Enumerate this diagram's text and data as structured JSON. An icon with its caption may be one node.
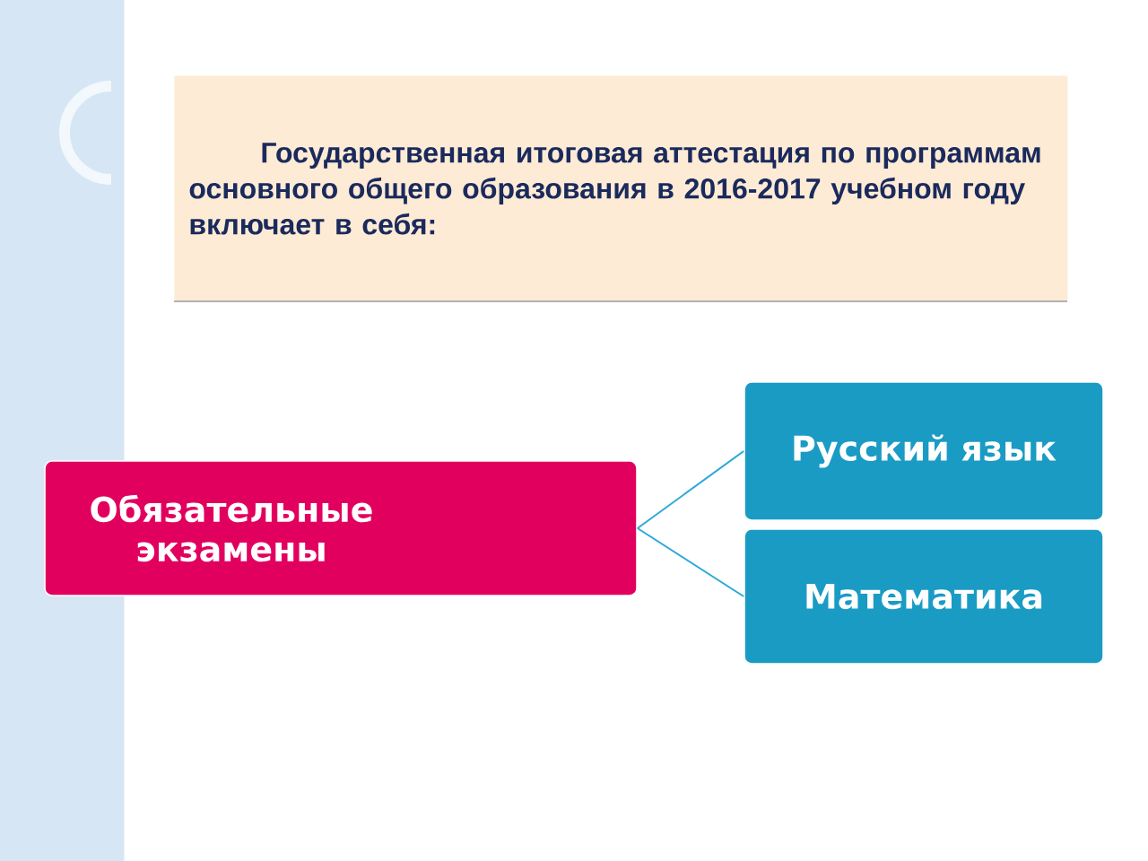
{
  "diagram": {
    "title": "Государственная итоговая аттестация по программам основного общего образования в 2016-2017 учебном году включает в себя:",
    "nodes": [
      {
        "text": [
          "Обязательные экзамены"
        ]
      },
      {
        "text": [
          "Русский язык"
        ]
      },
      {
        "text": [
          "Математика"
        ]
      }
    ],
    "edges": [
      {
        "from": 0,
        "to": 1,
        "arrow": "none"
      },
      {
        "from": 0,
        "to": 2,
        "arrow": "none"
      }
    ]
  }
}
